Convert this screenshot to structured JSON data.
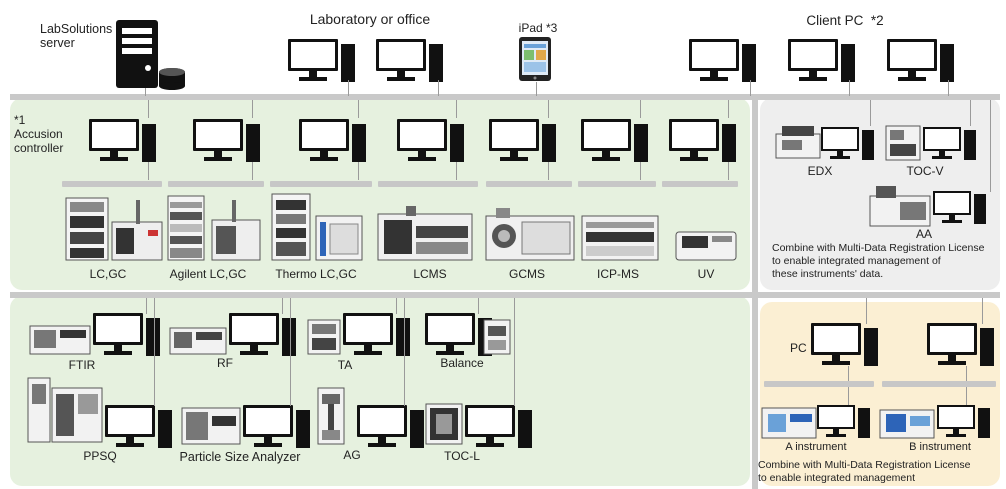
{
  "header": {
    "server_label": "LabSolutions\nserver",
    "lab_office": "Laboratory or office",
    "ipad": "iPad *3",
    "client_pc": "Client PC  *2"
  },
  "acquisition": {
    "note": "*1\nAccusion\ncontroller",
    "instruments": [
      "LC,GC",
      "Agilent LC,GC",
      "Thermo LC,GC",
      "LCMS",
      "GCMS",
      "ICP-MS",
      "UV"
    ]
  },
  "grey_panel": {
    "instruments": [
      "EDX",
      "TOC-V",
      "AA"
    ],
    "note": "Combine with Multi-Data Registration License\nto enable integrated management of\nthese instruments' data."
  },
  "lower": {
    "instruments": [
      "FTIR",
      "RF",
      "TA",
      "Balance",
      "PPSQ",
      "Particle Size Analyzer",
      "AG",
      "TOC-L"
    ]
  },
  "yellow_panel": {
    "pc": "PC",
    "instrument_a": "A instrument",
    "instrument_b": "B instrument",
    "note": "Combine with Multi-Data Registration License\nto enable integrated management"
  }
}
